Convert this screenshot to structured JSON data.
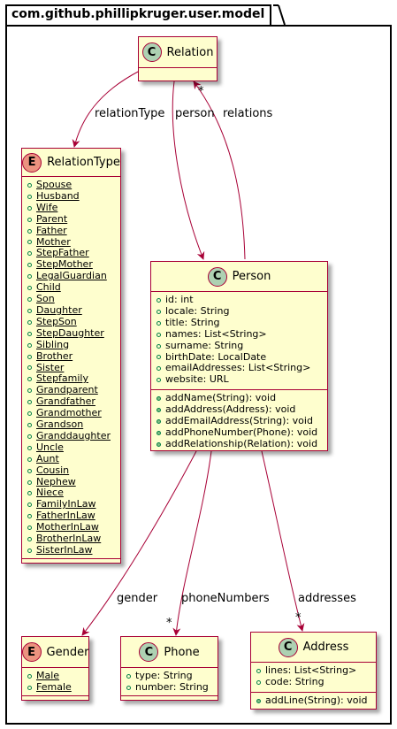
{
  "package": {
    "name": "com.github.phillipkruger.user.model"
  },
  "classes": {
    "relation": {
      "name": "Relation",
      "stereotype": "C"
    },
    "relation_type": {
      "name": "RelationType",
      "stereotype": "E",
      "values": [
        "Spouse",
        "Husband",
        "Wife",
        "Parent",
        "Father",
        "Mother",
        "StepFather",
        "StepMother",
        "LegalGuardian",
        "Child",
        "Son",
        "Daughter",
        "StepSon",
        "StepDaughter",
        "Sibling",
        "Brother",
        "Sister",
        "Stepfamily",
        "Grandparent",
        "Grandfather",
        "Grandmother",
        "Grandson",
        "Granddaughter",
        "Uncle",
        "Aunt",
        "Cousin",
        "Nephew",
        "Niece",
        "FamilyInLaw",
        "FatherInLaw",
        "MotherInLaw",
        "BrotherInLaw",
        "SisterInLaw"
      ]
    },
    "person": {
      "name": "Person",
      "stereotype": "C",
      "fields": [
        "id: int",
        "locale: String",
        "title: String",
        "names: List<String>",
        "surname: String",
        "birthDate: LocalDate",
        "emailAddresses: List<String>",
        "website: URL"
      ],
      "methods": [
        "addName(String): void",
        "addAddress(Address): void",
        "addEmailAddress(String): void",
        "addPhoneNumber(Phone): void",
        "addRelationship(Relation): void"
      ]
    },
    "gender": {
      "name": "Gender",
      "stereotype": "E",
      "values": [
        "Male",
        "Female"
      ]
    },
    "phone": {
      "name": "Phone",
      "stereotype": "C",
      "fields": [
        "type: String",
        "number: String"
      ]
    },
    "address": {
      "name": "Address",
      "stereotype": "C",
      "fields": [
        "lines: List<String>",
        "code: String"
      ],
      "methods": [
        "addLine(String): void"
      ]
    }
  },
  "associations": {
    "relation_type": {
      "label": "relationType"
    },
    "person": {
      "label": "person"
    },
    "relations": {
      "label": "relations",
      "multiplicity": "*"
    },
    "gender": {
      "label": "gender"
    },
    "phone_numbers": {
      "label": "phoneNumbers",
      "multiplicity": "*"
    },
    "addresses": {
      "label": "addresses",
      "multiplicity": "*"
    }
  },
  "colors": {
    "class_fill": "#FEFECE",
    "border": "#A80036",
    "class_badge": "#ADD1B2",
    "enum_badge": "#EB937F"
  }
}
